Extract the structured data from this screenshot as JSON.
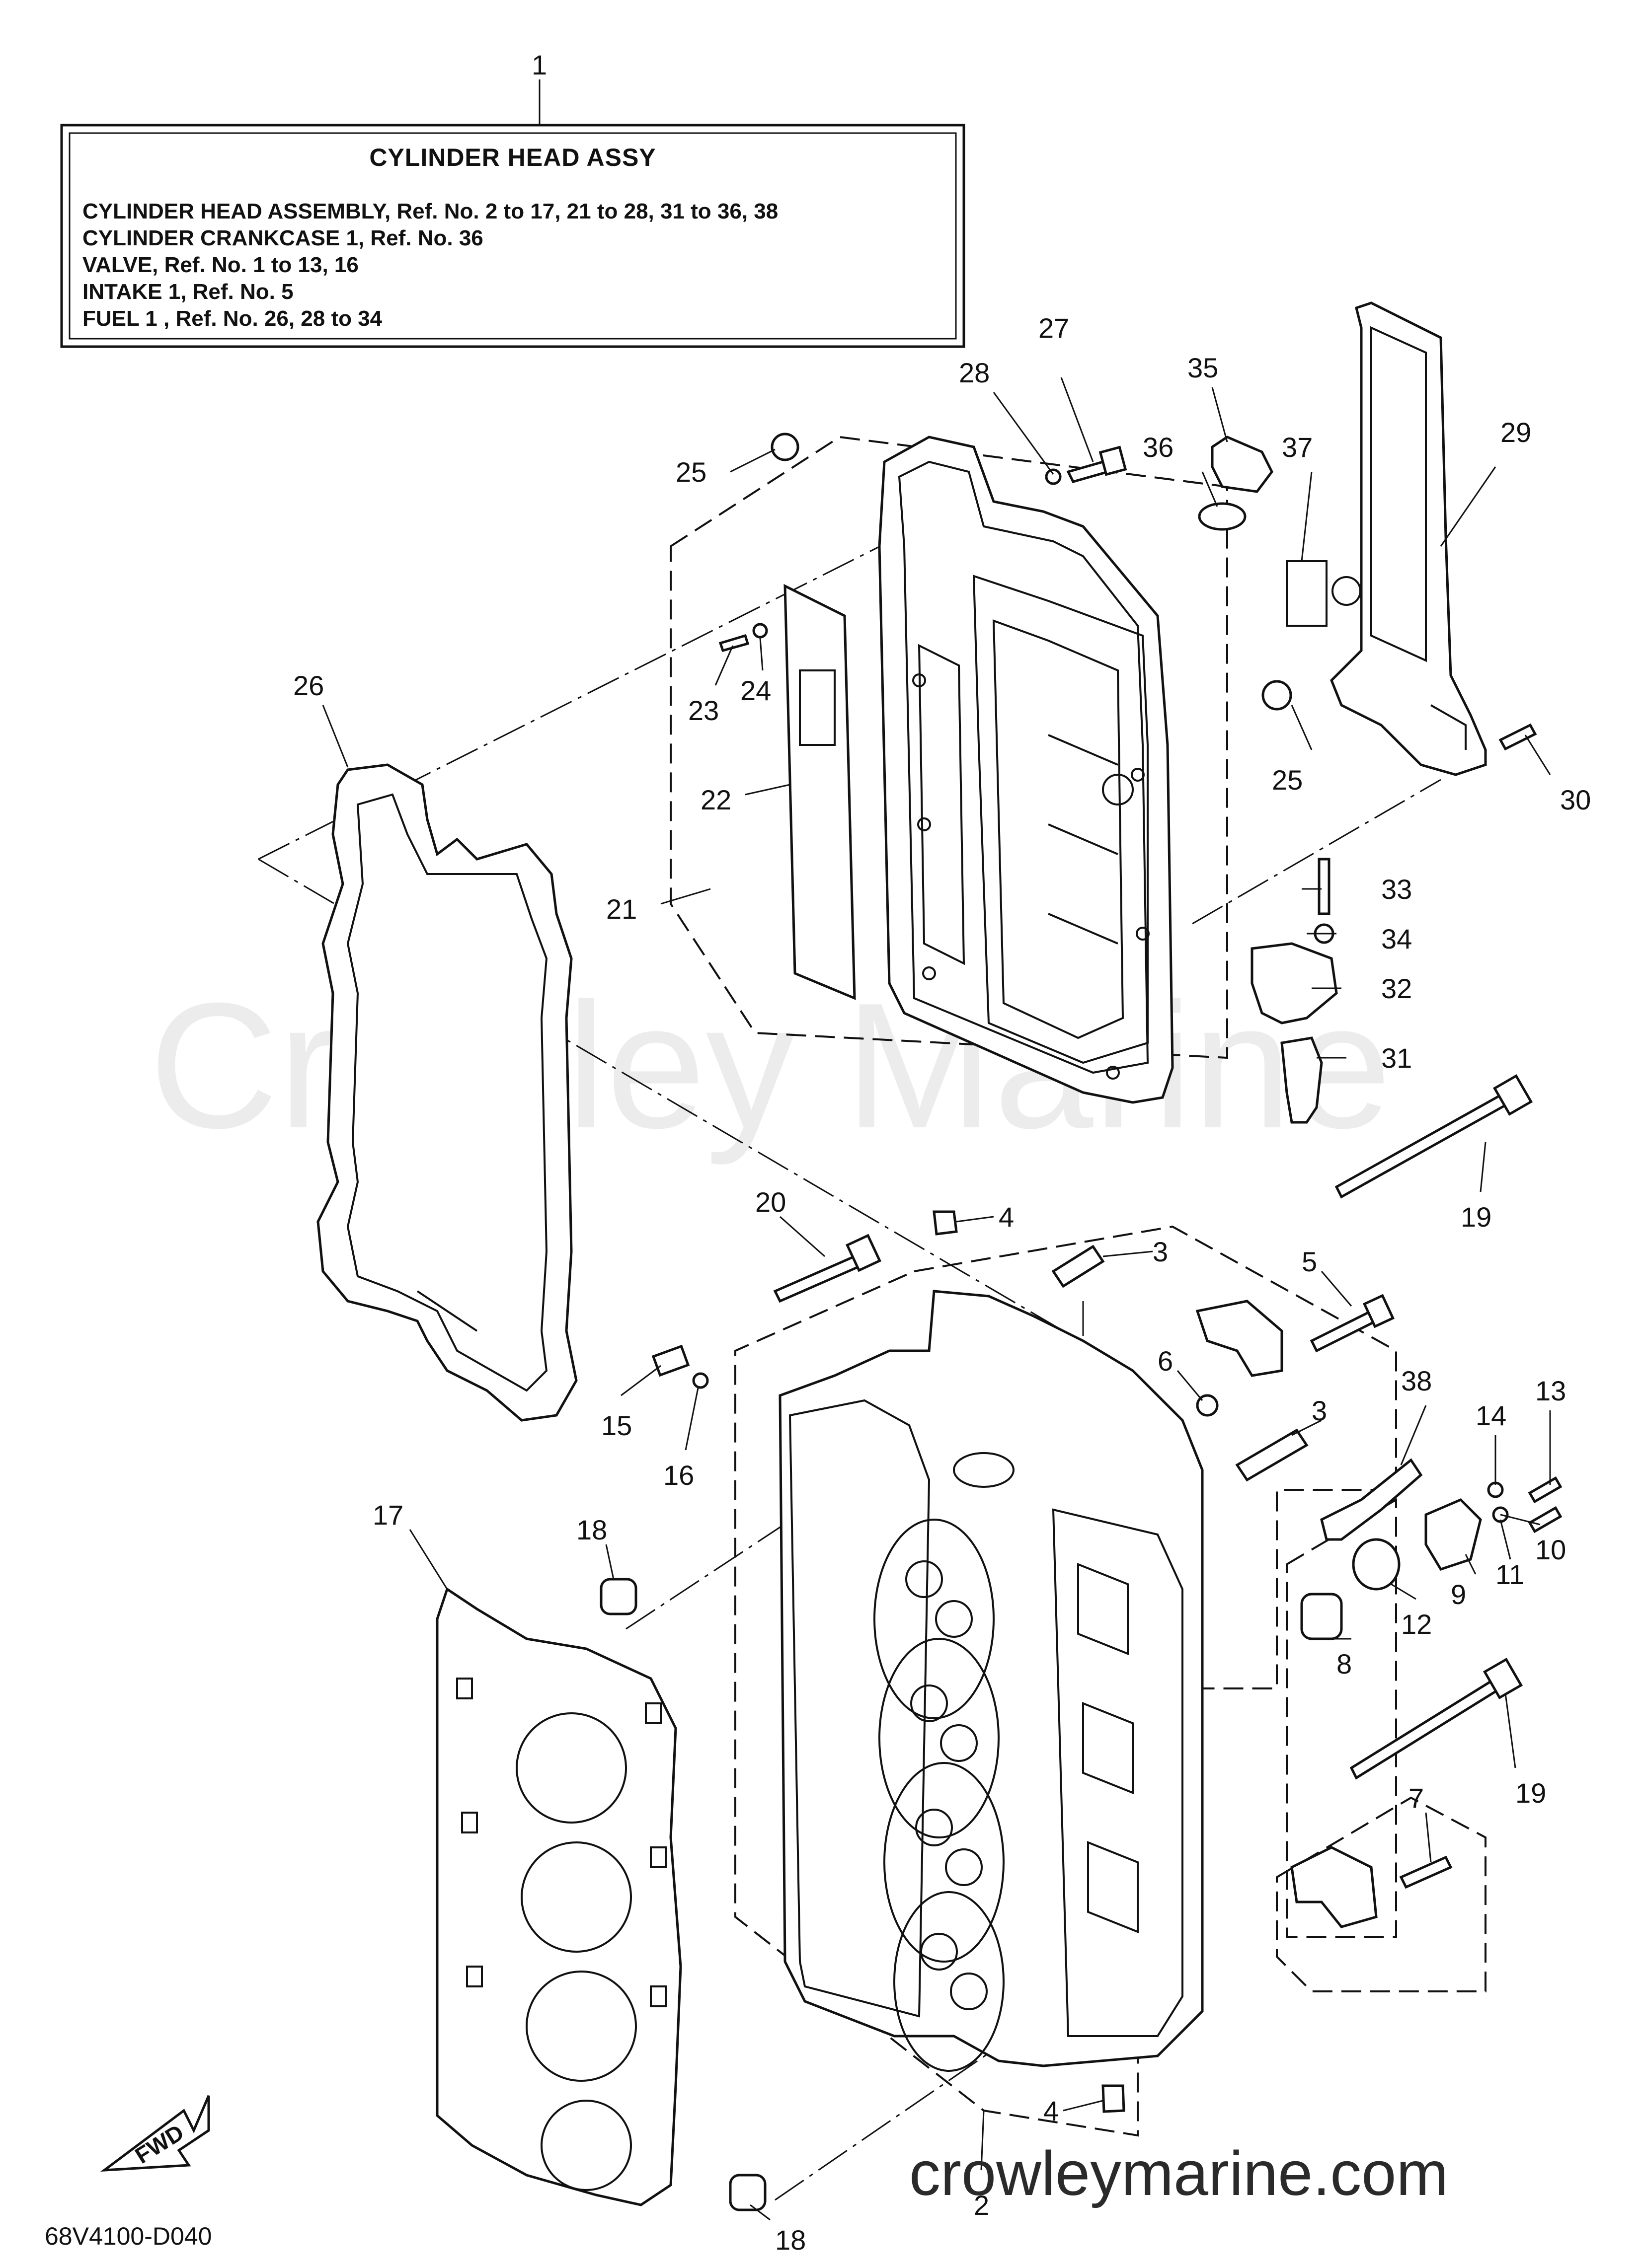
{
  "legend": {
    "title": "CYLINDER HEAD ASSY",
    "lines": [
      "CYLINDER HEAD ASSEMBLY, Ref. No. 2 to 17, 21 to 28, 31 to 36, 38",
      "CYLINDER CRANKCASE 1, Ref. No. 36",
      "VALVE,   Ref. No. 1 to 13, 16",
      "INTAKE 1, Ref. No. 5",
      "FUEL 1 ,   Ref. No. 26, 28 to 34"
    ]
  },
  "callouts": {
    "c1": "1",
    "c2": "2",
    "c3a": "3",
    "c3b": "3",
    "c4a": "4",
    "c4b": "4",
    "c5": "5",
    "c6": "6",
    "c7": "7",
    "c8": "8",
    "c9": "9",
    "c10": "10",
    "c11": "11",
    "c12": "12",
    "c13": "13",
    "c14": "14",
    "c15": "15",
    "c16": "16",
    "c17": "17",
    "c18a": "18",
    "c18b": "18",
    "c19a": "19",
    "c19b": "19",
    "c20": "20",
    "c21": "21",
    "c22": "22",
    "c23": "23",
    "c24": "24",
    "c25a": "25",
    "c25b": "25",
    "c26": "26",
    "c27": "27",
    "c28": "28",
    "c29": "29",
    "c30": "30",
    "c31": "31",
    "c32": "32",
    "c33": "33",
    "c34": "34",
    "c35": "35",
    "c36": "36",
    "c37": "37",
    "c38": "38"
  },
  "watermark": "Crowley Marine",
  "site": "crowleymarine.com",
  "diagram_code": "68V4100-D040",
  "fwd_label": "FWD",
  "icons": {
    "forward": "fwd-arrow-icon"
  }
}
